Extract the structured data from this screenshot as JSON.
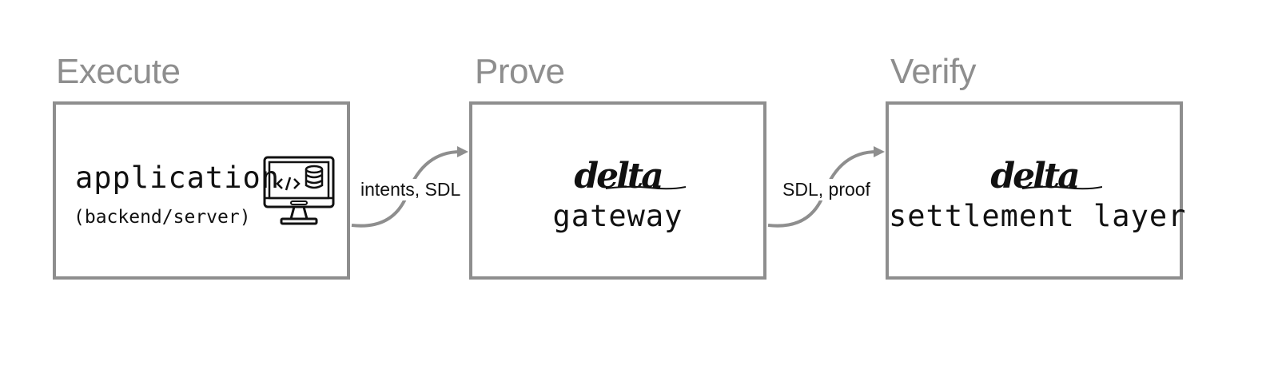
{
  "stages": [
    {
      "title": "Execute",
      "app": {
        "label": "application",
        "sublabel": "(backend/server)",
        "icon": "computer-code-database-icon"
      }
    },
    {
      "title": "Prove",
      "brand": "delta",
      "caption": "gateway"
    },
    {
      "title": "Verify",
      "brand": "delta",
      "caption": "settlement layer"
    }
  ],
  "edges": [
    {
      "label": "intents, SDL"
    },
    {
      "label": "SDL, proof"
    }
  ],
  "colors": {
    "frame": "#8e8e8e",
    "title": "#8e8e8e",
    "text": "#111111",
    "background": "#ffffff"
  }
}
